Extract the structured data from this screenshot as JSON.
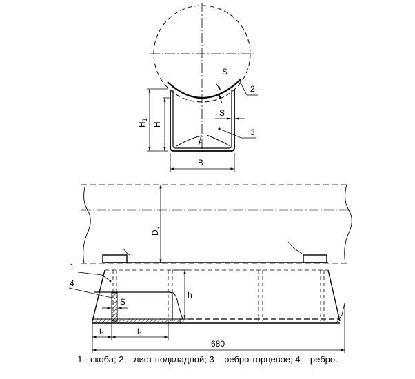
{
  "labels": {
    "s_top": "S",
    "s_side": "S",
    "s_bottom": "S",
    "h1_letter": "H",
    "h1_sub": "1",
    "h": "H",
    "b": "B",
    "dn_letter": "D",
    "dn_sub": "н",
    "h_small": "h",
    "l1_left_letter": "l",
    "l1_left_sub": "1",
    "l1_right_letter": "l",
    "l1_right_sub": "1",
    "length": "680",
    "callout_1": "1",
    "callout_2": "2",
    "callout_3": "3",
    "callout_4": "4"
  },
  "caption": "1 - скоба;  2 – лист подкладной;  3 – ребро торцевое;  4 – ребро."
}
